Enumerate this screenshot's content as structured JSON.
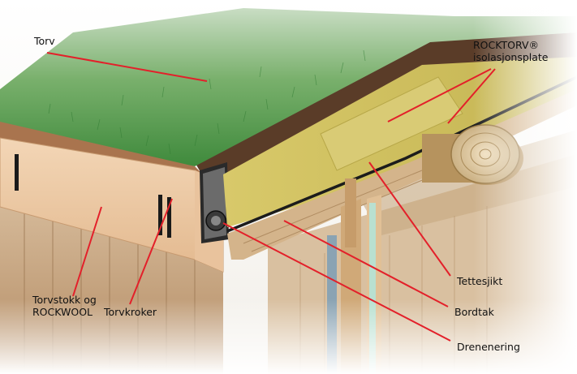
{
  "labels": {
    "torv": "Torv",
    "rocktorv_line1": "ROCKTORV®",
    "rocktorv_line2": "isolasjonsplate",
    "tettesjikt": "Tettesjikt",
    "bordtak": "Bordtak",
    "drenering": "Drenenering",
    "torvstokk_line1": "Torvstokk og",
    "torvstokk_line2": "ROCKWOOL",
    "torvkroker": "Torvkroker"
  },
  "colors": {
    "leader_line": "#e3202a",
    "grass": "#4f9a46",
    "soil": "#5a3c28",
    "insulation": "#cdbe5a",
    "wall_wood": "#c9a47c"
  }
}
